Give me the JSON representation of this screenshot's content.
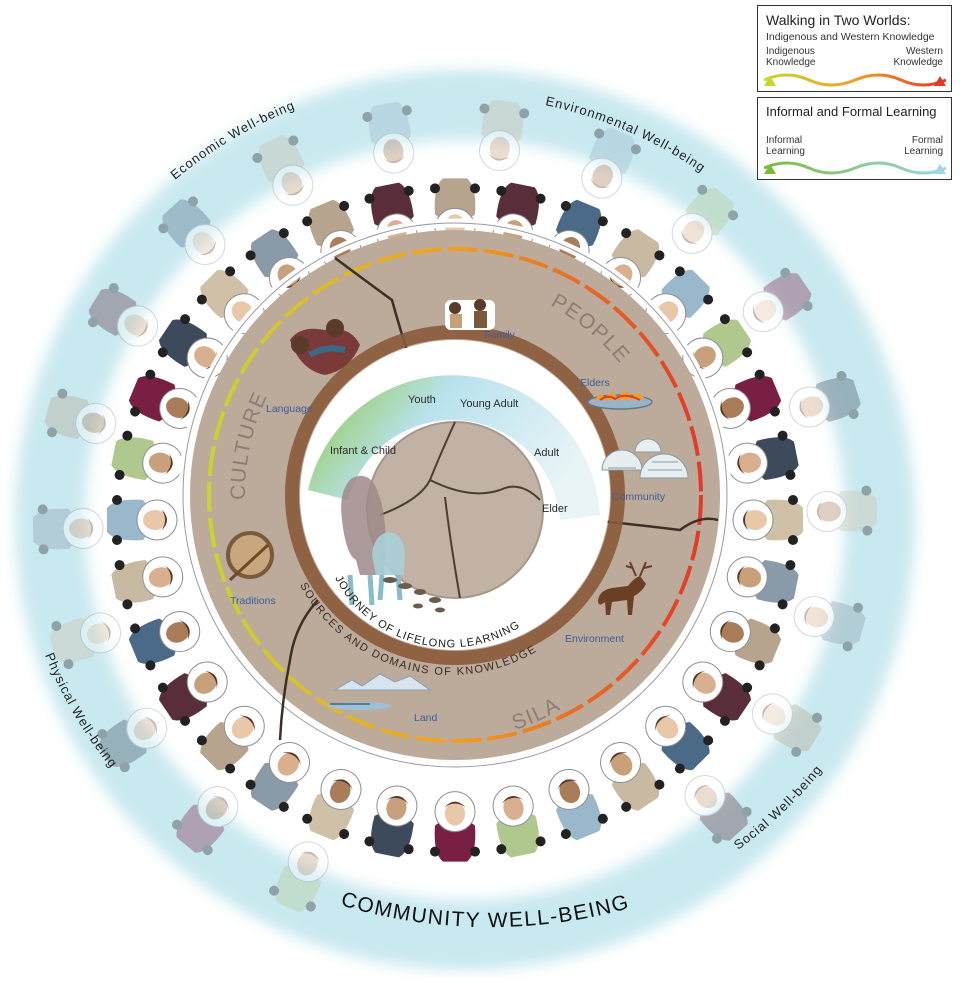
{
  "legend_worlds": {
    "title": "Walking in Two Worlds:",
    "subtitle": "Indigenous and Western Knowledge",
    "left_label": [
      "Indigenous",
      "Knowledge"
    ],
    "right_label": [
      "Western",
      "Knowledge"
    ]
  },
  "legend_learning": {
    "title": "Informal and Formal Learning",
    "left_label": [
      "Informal",
      "Learning"
    ],
    "right_label": [
      "Formal",
      "Learning"
    ]
  },
  "outer_labels": {
    "economic": "Economic Well-being",
    "environmental": "Environmental Well-being",
    "physical": "Physical Well-being",
    "social": "Social Well-being",
    "community": "COMMUNITY WELL-BEING"
  },
  "sources_ring": {
    "culture": "CULTURE",
    "people": "PEOPLE",
    "sila": "SILA",
    "items": {
      "family": "Family",
      "elders": "Elders",
      "community": "Community",
      "environment": "Environment",
      "land": "Land",
      "traditions": "Traditions",
      "language": "Language"
    },
    "arc_label": "SOURCES AND DOMAINS OF KNOWLEDGE"
  },
  "journey": {
    "stages": {
      "infant": "Infant & Child",
      "youth": "Youth",
      "young_adult": "Young Adult",
      "adult": "Adult",
      "elder": "Elder"
    },
    "arc_label": "JOURNEY OF LIFELONG LEARNING"
  },
  "colors": {
    "ring_fill": "#bcaa9a",
    "blue_text": "#3a5f9a",
    "label_gray": "#8a7f74",
    "mist": "#bfe4ec",
    "green": "#8ec63f",
    "light_blue": "#b9e2ee"
  }
}
